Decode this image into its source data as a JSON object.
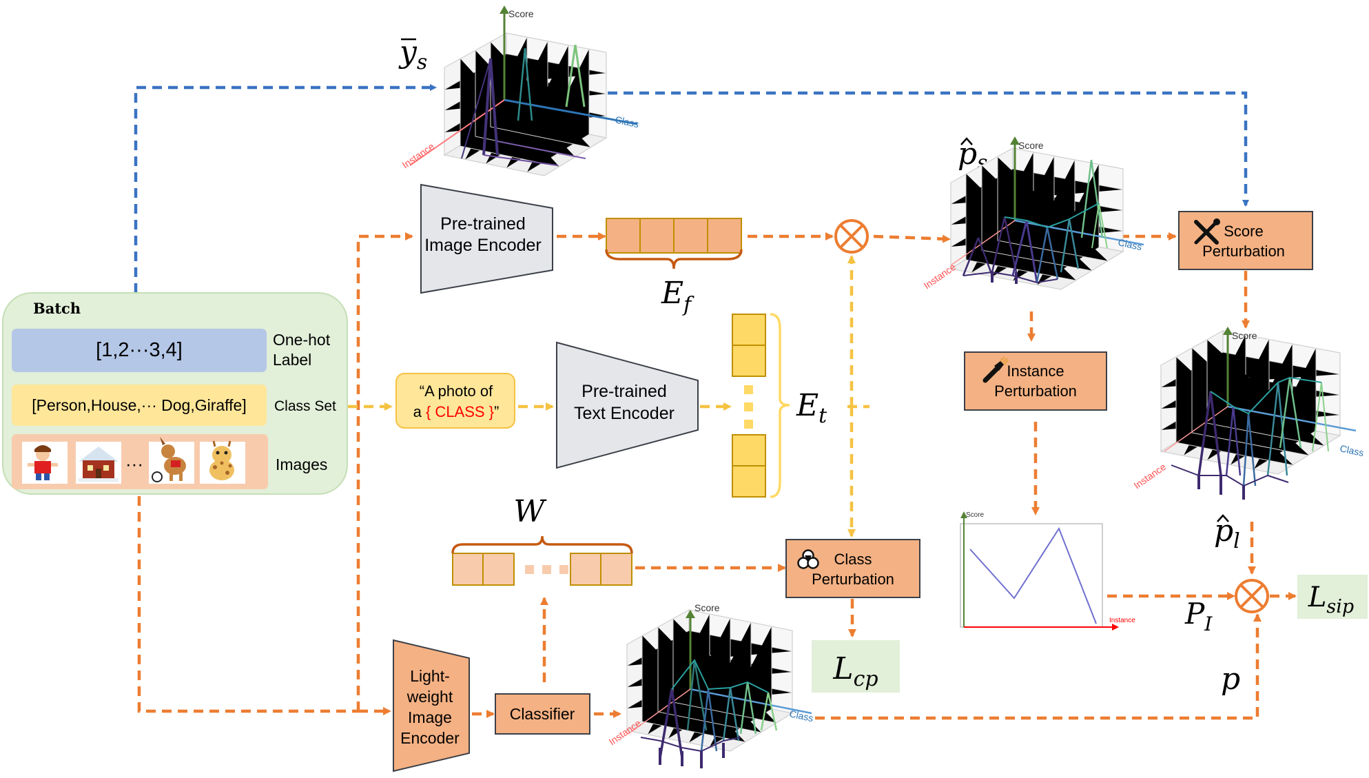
{
  "batch": {
    "title": "Batch",
    "label_value": "[1,2···3,4]",
    "label_caption_1": "One-hot",
    "label_caption_2": "Label",
    "class_set_value": "[Person,House,··· Dog,Giraffe]",
    "class_set_caption": "Class Set",
    "images_caption": "Images",
    "images_ellipsis": "···"
  },
  "modules": {
    "image_encoder": [
      "Pre-trained",
      "Image Encoder"
    ],
    "text_encoder": [
      "Pre-trained",
      "Text Encoder"
    ],
    "light_encoder": [
      "Light-",
      "weight",
      "Image",
      "Encoder"
    ],
    "classifier": "Classifier",
    "class_perturbation": [
      "Class",
      "Perturbation"
    ],
    "score_perturbation": [
      "Score",
      "Perturbation"
    ],
    "instance_perturbation": [
      "Instance",
      "Perturbation"
    ]
  },
  "prompt": {
    "line1": "“A photo of",
    "line2_prefix": "a ",
    "class_token": "{ CLASS }",
    "line2_suffix": "”"
  },
  "symbols": {
    "y_s": "y",
    "y_s_sub": "s",
    "E_f": "E",
    "E_f_sub": "f",
    "E_t": "E",
    "E_t_sub": "t",
    "W": "W",
    "p_s": "p",
    "p_s_sub": "s",
    "p_l": "p",
    "p_l_sub": "l",
    "P_I": "P",
    "P_I_sub": "I",
    "p": "p",
    "L_cp": "L",
    "L_cp_sub": "cp",
    "L_sip": "L",
    "L_sip_sub": "sip",
    "otimes": "⊗"
  },
  "plots": {
    "axis_score": "Score",
    "axis_class": "Class",
    "axis_instance": "Instance"
  },
  "colors": {
    "blue_arrow": "#3a73c2",
    "orange_arrow": "#ed7d31",
    "yellow_arrow": "#f5c242",
    "module_fill": "#f4b183",
    "encoder_gray": "#e4e6ea",
    "batch_bg": "#e2efd9",
    "label_blue": "#b4c7e7",
    "classset_yellow": "#ffe699",
    "images_peach": "#f8cbad",
    "loss_green": "#e2efd9",
    "class_token_red": "#ff0000"
  }
}
